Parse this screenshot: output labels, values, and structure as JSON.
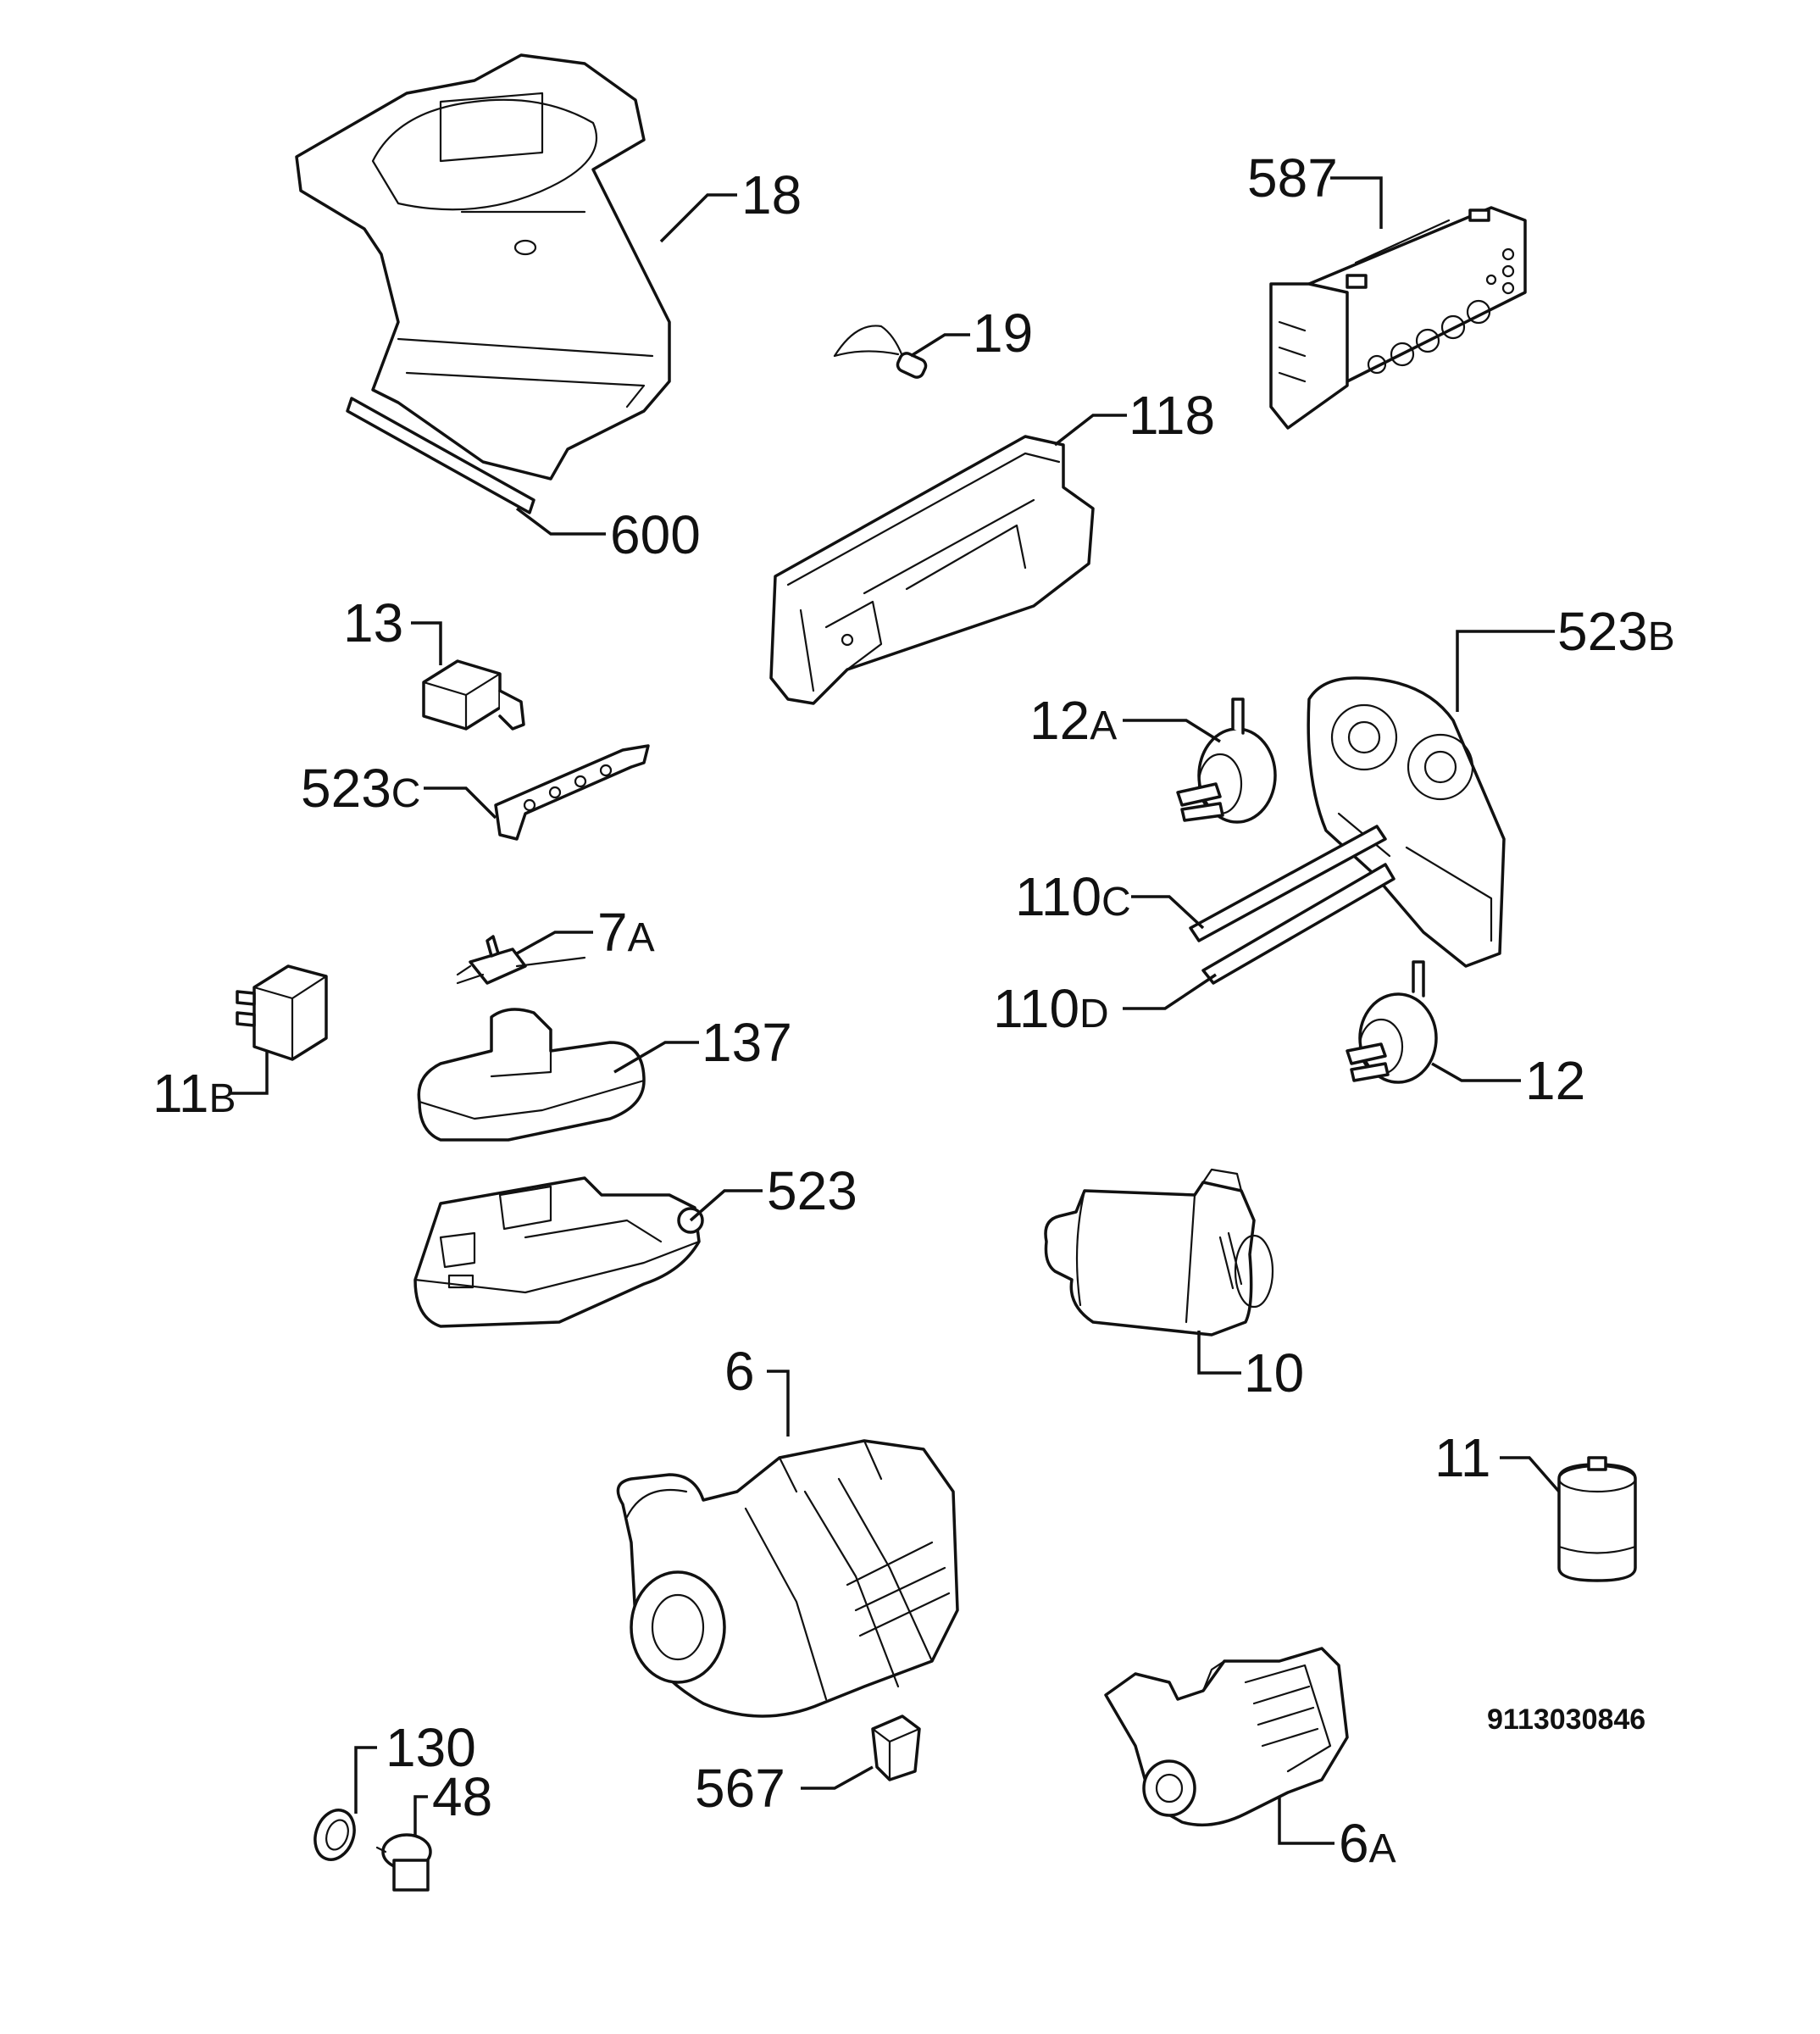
{
  "document_number": "9113030846",
  "callouts": {
    "p18": "18",
    "p600": "600",
    "p19": "19",
    "p587": "587",
    "p118": "118",
    "p13": "13",
    "p523c": "523",
    "p523c_suffix": "C",
    "p523b": "523",
    "p523b_suffix": "B",
    "p12a": "12",
    "p12a_suffix": "A",
    "p110c": "110",
    "p110c_suffix": "C",
    "p110d": "110",
    "p110d_suffix": "D",
    "p12": "12",
    "p7a": "7",
    "p7a_suffix": "A",
    "p137": "137",
    "p11b": "11",
    "p11b_suffix": "B",
    "p523": "523",
    "p10": "10",
    "p6": "6",
    "p11": "11",
    "p130": "130",
    "p48": "48",
    "p567": "567",
    "p6a": "6",
    "p6a_suffix": "A"
  }
}
